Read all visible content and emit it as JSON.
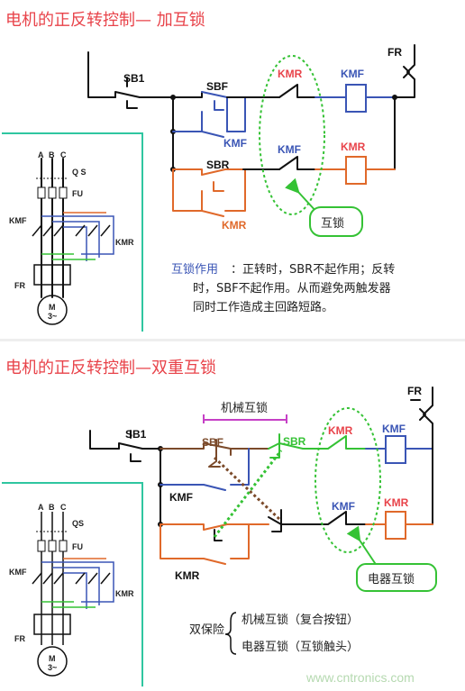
{
  "section1": {
    "title": "电机的正反转控制— 加互锁",
    "labels": {
      "sb1": "SB1",
      "fr": "FR",
      "sbf": "SBF",
      "sbr": "SBR",
      "kmr_contact": "KMR",
      "kmf_coil": "KMF",
      "kmf_aux": "KMF",
      "kmf_contact": "KMF",
      "kmr_coil": "KMR",
      "kmr_aux": "KMR",
      "callout": "互锁"
    },
    "note": {
      "lead": "互锁作用",
      "line1": "：正转时，SBR不起作用；反转",
      "line2": "时，SBF不起作用。从而避免两触发器",
      "line3": "同时工作造成主回路短路。"
    }
  },
  "main_circuit": {
    "a": "A",
    "b": "B",
    "c": "C",
    "qs": "Q S",
    "fu": "FU",
    "kmf": "KMF",
    "kmr": "KMR",
    "fr": "FR",
    "motor": "M",
    "motor_sub": "3~"
  },
  "section2": {
    "title": "电机的正反转控制—双重互锁",
    "labels": {
      "mech": "机械互锁",
      "sb1": "SB1",
      "fr": "FR",
      "sbf": "SBF",
      "sbr": "SBR",
      "kmr_contact": "KMR",
      "kmf_coil": "KMF",
      "kmf_aux": "KMF",
      "kmf_contact": "KMF",
      "kmr_coil": "KMR",
      "kmr_aux": "KMR",
      "callout": "电器互锁"
    },
    "legend": {
      "head": "双保险",
      "item1": "机械互锁（复合按钮）",
      "item2": "电器互锁（互锁触头）"
    }
  },
  "main_circuit2": {
    "a": "A",
    "b": "B",
    "c": "C",
    "qs": "QS",
    "fu": "FU",
    "kmf": "KMF",
    "kmr": "KMR",
    "fr": "FR",
    "motor": "M",
    "motor_sub": "3~"
  },
  "watermark": "www.cntronics.com",
  "colors": {
    "title": "#e8434a",
    "wire": "#111111",
    "blue": "#3a55b5",
    "orange": "#e0692a",
    "green": "#35c235",
    "brown": "#7b4a2a",
    "magenta": "#c640c6",
    "dark_red": "#a33a2a",
    "panel_border": "#2fc6a0"
  }
}
